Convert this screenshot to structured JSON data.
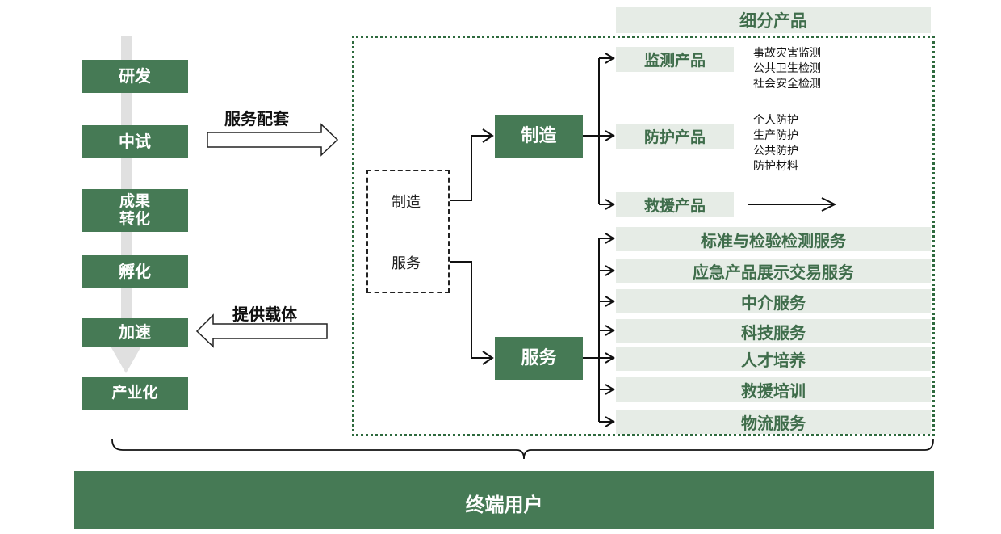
{
  "stages": [
    "研发",
    "中试",
    "成果转化",
    "孵化",
    "加速",
    "产业化"
  ],
  "stage_lines": {
    "chengguo_1": "成果",
    "chengguo_2": "转化"
  },
  "arrows": {
    "right_label": "服务配套",
    "left_label": "提供载体"
  },
  "dashed": {
    "top": "制造",
    "bottom": "服务"
  },
  "mid": {
    "manufacture": "制造",
    "service": "服务"
  },
  "header": "细分产品",
  "products": [
    {
      "label": "监测产品",
      "details": [
        "事故灾害监测",
        "公共卫生检测",
        "社会安全检测"
      ]
    },
    {
      "label": "防护产品",
      "details": [
        "个人防护",
        "生产防护",
        "公共防护",
        "防护材料"
      ]
    },
    {
      "label": "救援产品",
      "details": []
    }
  ],
  "services": [
    "标准与检验检测服务",
    "应急产品展示交易服务",
    "中介服务",
    "科技服务",
    "人才培养",
    "救援培训",
    "物流服务"
  ],
  "footer": "终端用户",
  "colors": {
    "dark_green": "#467a55",
    "light_green": "#e6ece6",
    "dotted_border": "#2e6a3e",
    "gray_arrow": "#d9d9d9"
  }
}
